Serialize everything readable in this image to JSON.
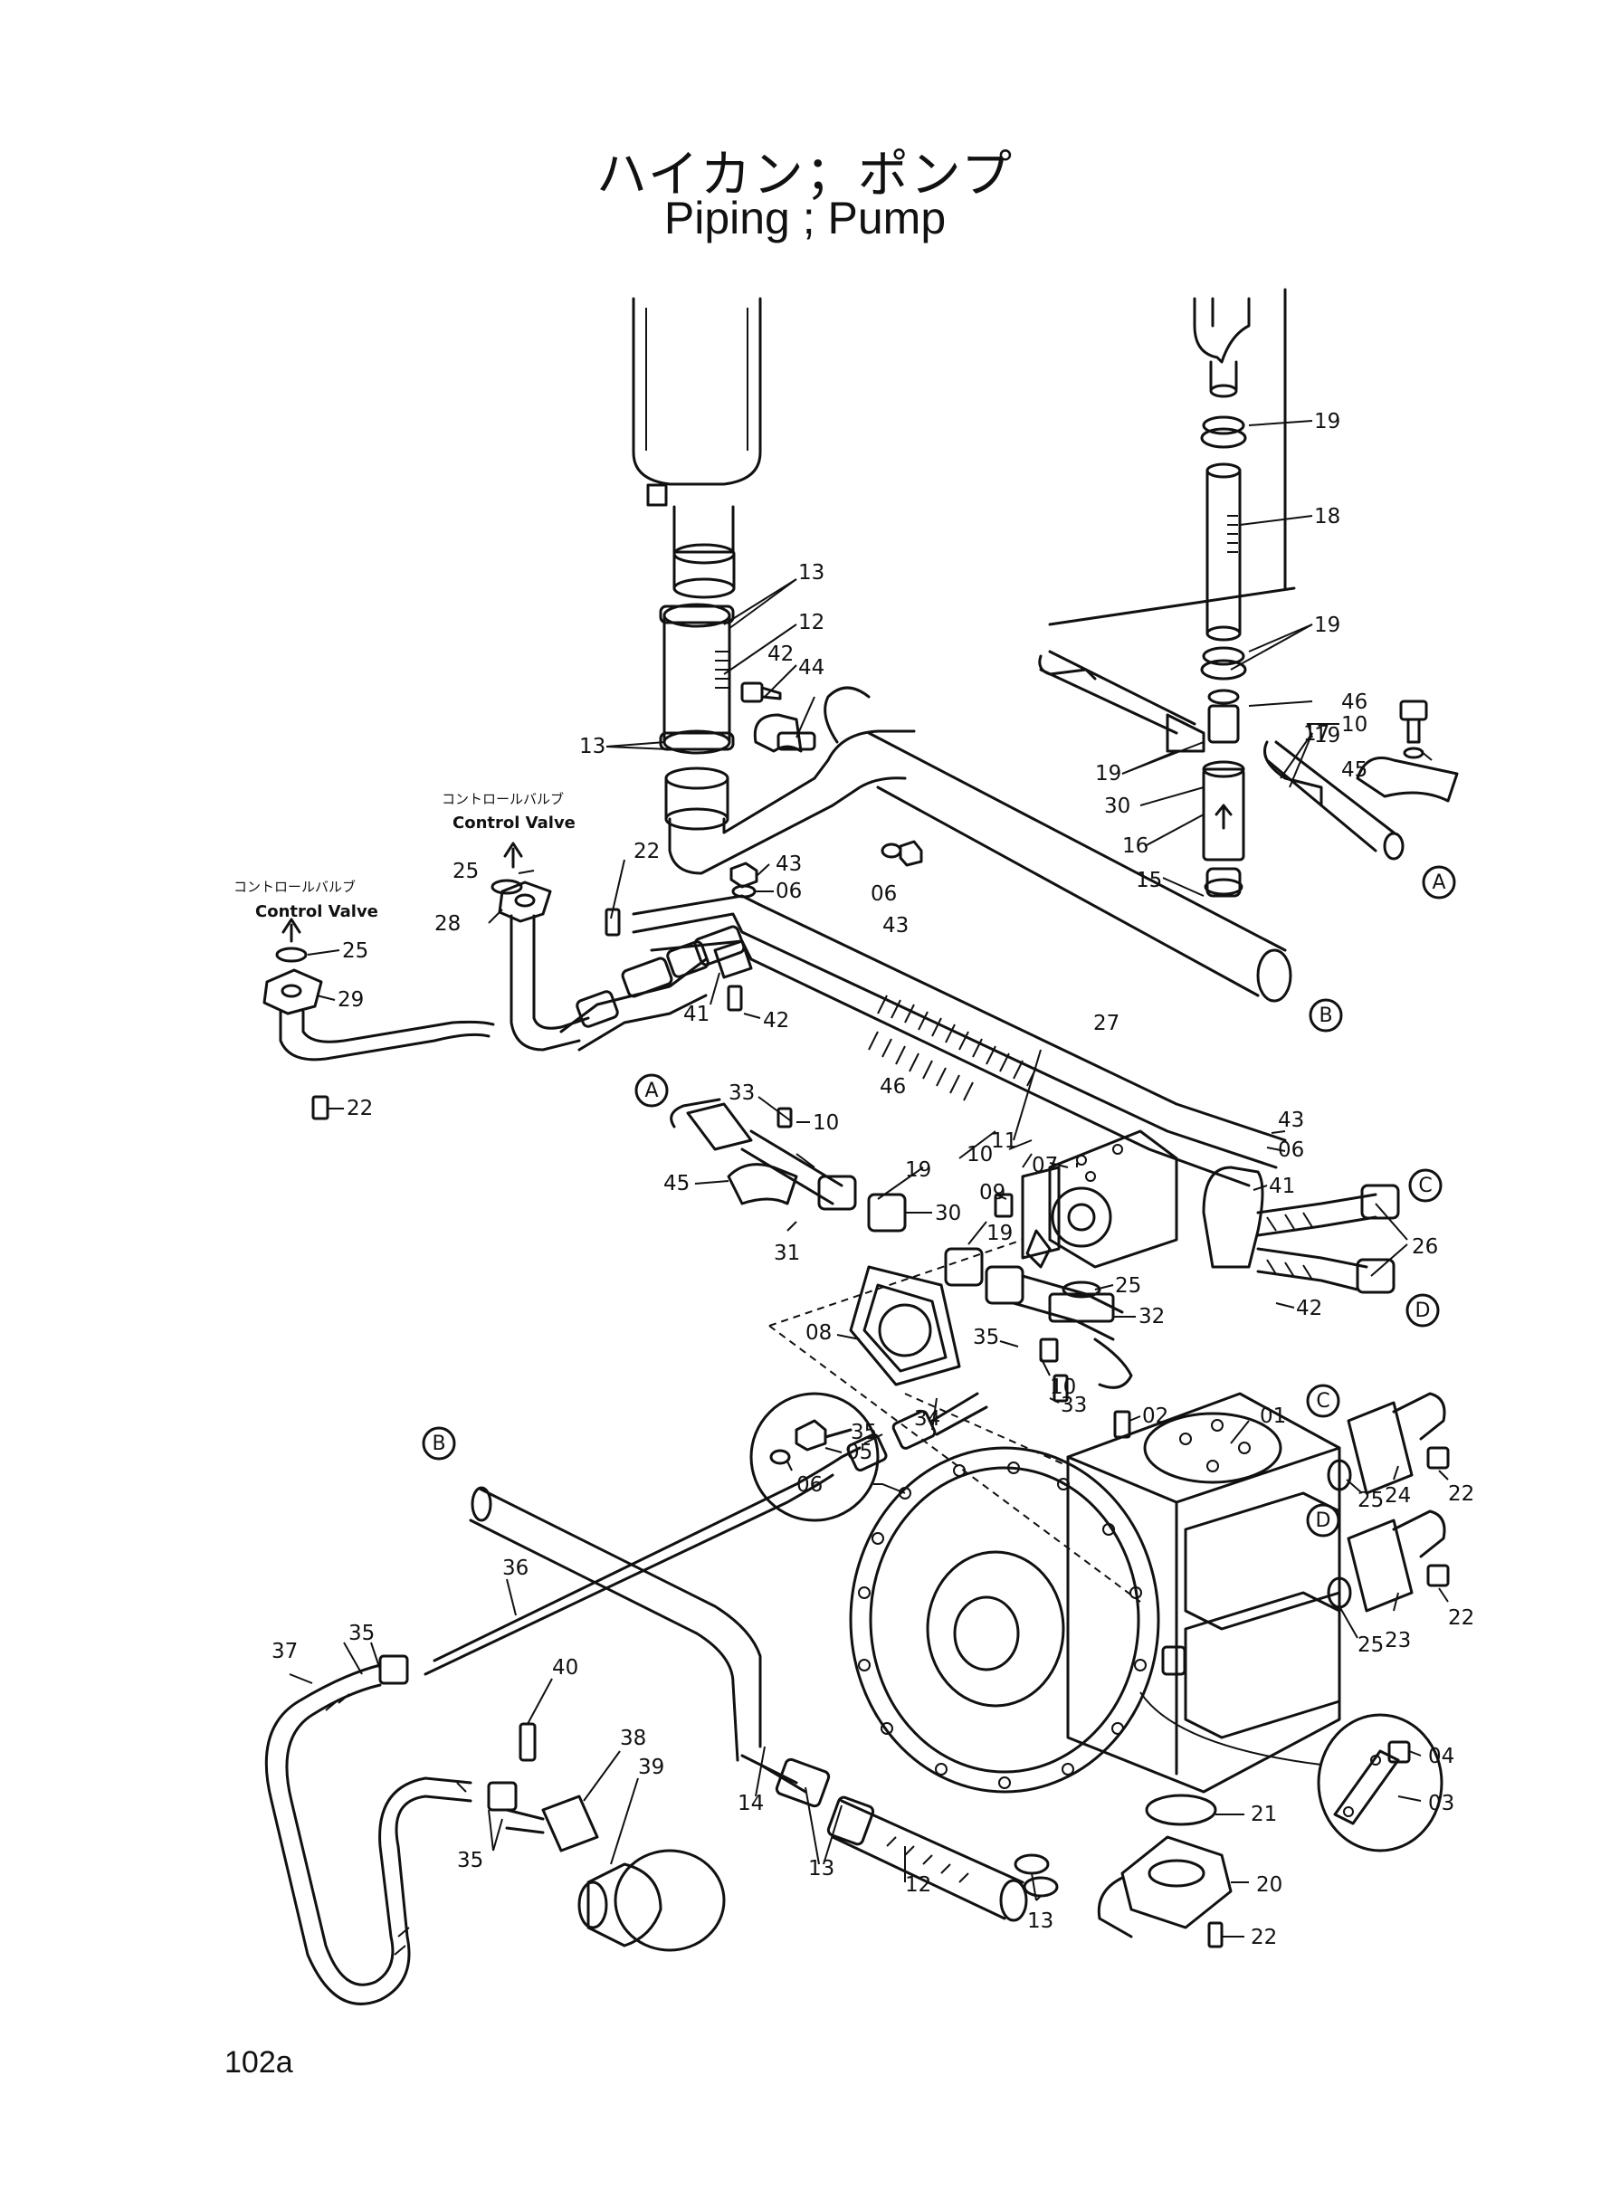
{
  "title": {
    "japanese": "ハイカン；ポンプ",
    "english": "Piping ; Pump"
  },
  "page_number": "102a",
  "control_valve": {
    "japanese": "コントロールバルブ",
    "english": "Control Valve"
  },
  "callouts": [
    "A",
    "B",
    "C",
    "D"
  ],
  "parts": [
    "01",
    "02",
    "03",
    "04",
    "05",
    "06",
    "07",
    "08",
    "09",
    "10",
    "11",
    "12",
    "13",
    "14",
    "15",
    "16",
    "17",
    "18",
    "19",
    "20",
    "21",
    "22",
    "23",
    "24",
    "25",
    "26",
    "27",
    "28",
    "29",
    "30",
    "31",
    "32",
    "33",
    "34",
    "35",
    "36",
    "37",
    "38",
    "39",
    "40",
    "41",
    "42",
    "43",
    "44",
    "45",
    "46"
  ],
  "labels": [
    {
      "part": "19"
    },
    {
      "part": "18"
    },
    {
      "part": "19"
    },
    {
      "part": "46"
    },
    {
      "part": "10"
    },
    {
      "part": "17"
    },
    {
      "part": "19"
    },
    {
      "part": "45"
    },
    {
      "part": "19"
    },
    {
      "part": "30"
    },
    {
      "part": "16"
    },
    {
      "part": "15"
    },
    {
      "part": "13"
    },
    {
      "part": "12"
    },
    {
      "part": "42"
    },
    {
      "part": "44"
    },
    {
      "part": "13"
    },
    {
      "part": "43"
    },
    {
      "part": "06"
    },
    {
      "part": "06"
    },
    {
      "part": "43"
    },
    {
      "part": "25"
    },
    {
      "part": "22"
    },
    {
      "part": "28"
    },
    {
      "part": "25"
    },
    {
      "part": "29"
    },
    {
      "part": "22"
    },
    {
      "part": "41"
    },
    {
      "part": "42"
    },
    {
      "part": "27"
    },
    {
      "part": "33"
    },
    {
      "part": "46"
    },
    {
      "part": "10"
    },
    {
      "part": "11"
    },
    {
      "part": "10"
    },
    {
      "part": "07"
    },
    {
      "part": "09"
    },
    {
      "part": "45"
    },
    {
      "part": "19"
    },
    {
      "part": "30"
    },
    {
      "part": "31"
    },
    {
      "part": "19"
    },
    {
      "part": "43"
    },
    {
      "part": "06"
    },
    {
      "part": "41"
    },
    {
      "part": "26"
    },
    {
      "part": "25"
    },
    {
      "part": "32"
    },
    {
      "part": "42"
    },
    {
      "part": "08"
    },
    {
      "part": "35"
    },
    {
      "part": "10"
    },
    {
      "part": "34"
    },
    {
      "part": "33"
    },
    {
      "part": "02"
    },
    {
      "part": "01"
    },
    {
      "part": "35"
    },
    {
      "part": "25"
    },
    {
      "part": "24"
    },
    {
      "part": "22"
    },
    {
      "part": "05"
    },
    {
      "part": "06"
    },
    {
      "part": "25"
    },
    {
      "part": "23"
    },
    {
      "part": "22"
    },
    {
      "part": "36"
    },
    {
      "part": "37"
    },
    {
      "part": "35"
    },
    {
      "part": "40"
    },
    {
      "part": "38"
    },
    {
      "part": "39"
    },
    {
      "part": "35"
    },
    {
      "part": "14"
    },
    {
      "part": "13"
    },
    {
      "part": "12"
    },
    {
      "part": "13"
    },
    {
      "part": "04"
    },
    {
      "part": "03"
    },
    {
      "part": "21"
    },
    {
      "part": "20"
    },
    {
      "part": "22"
    }
  ]
}
